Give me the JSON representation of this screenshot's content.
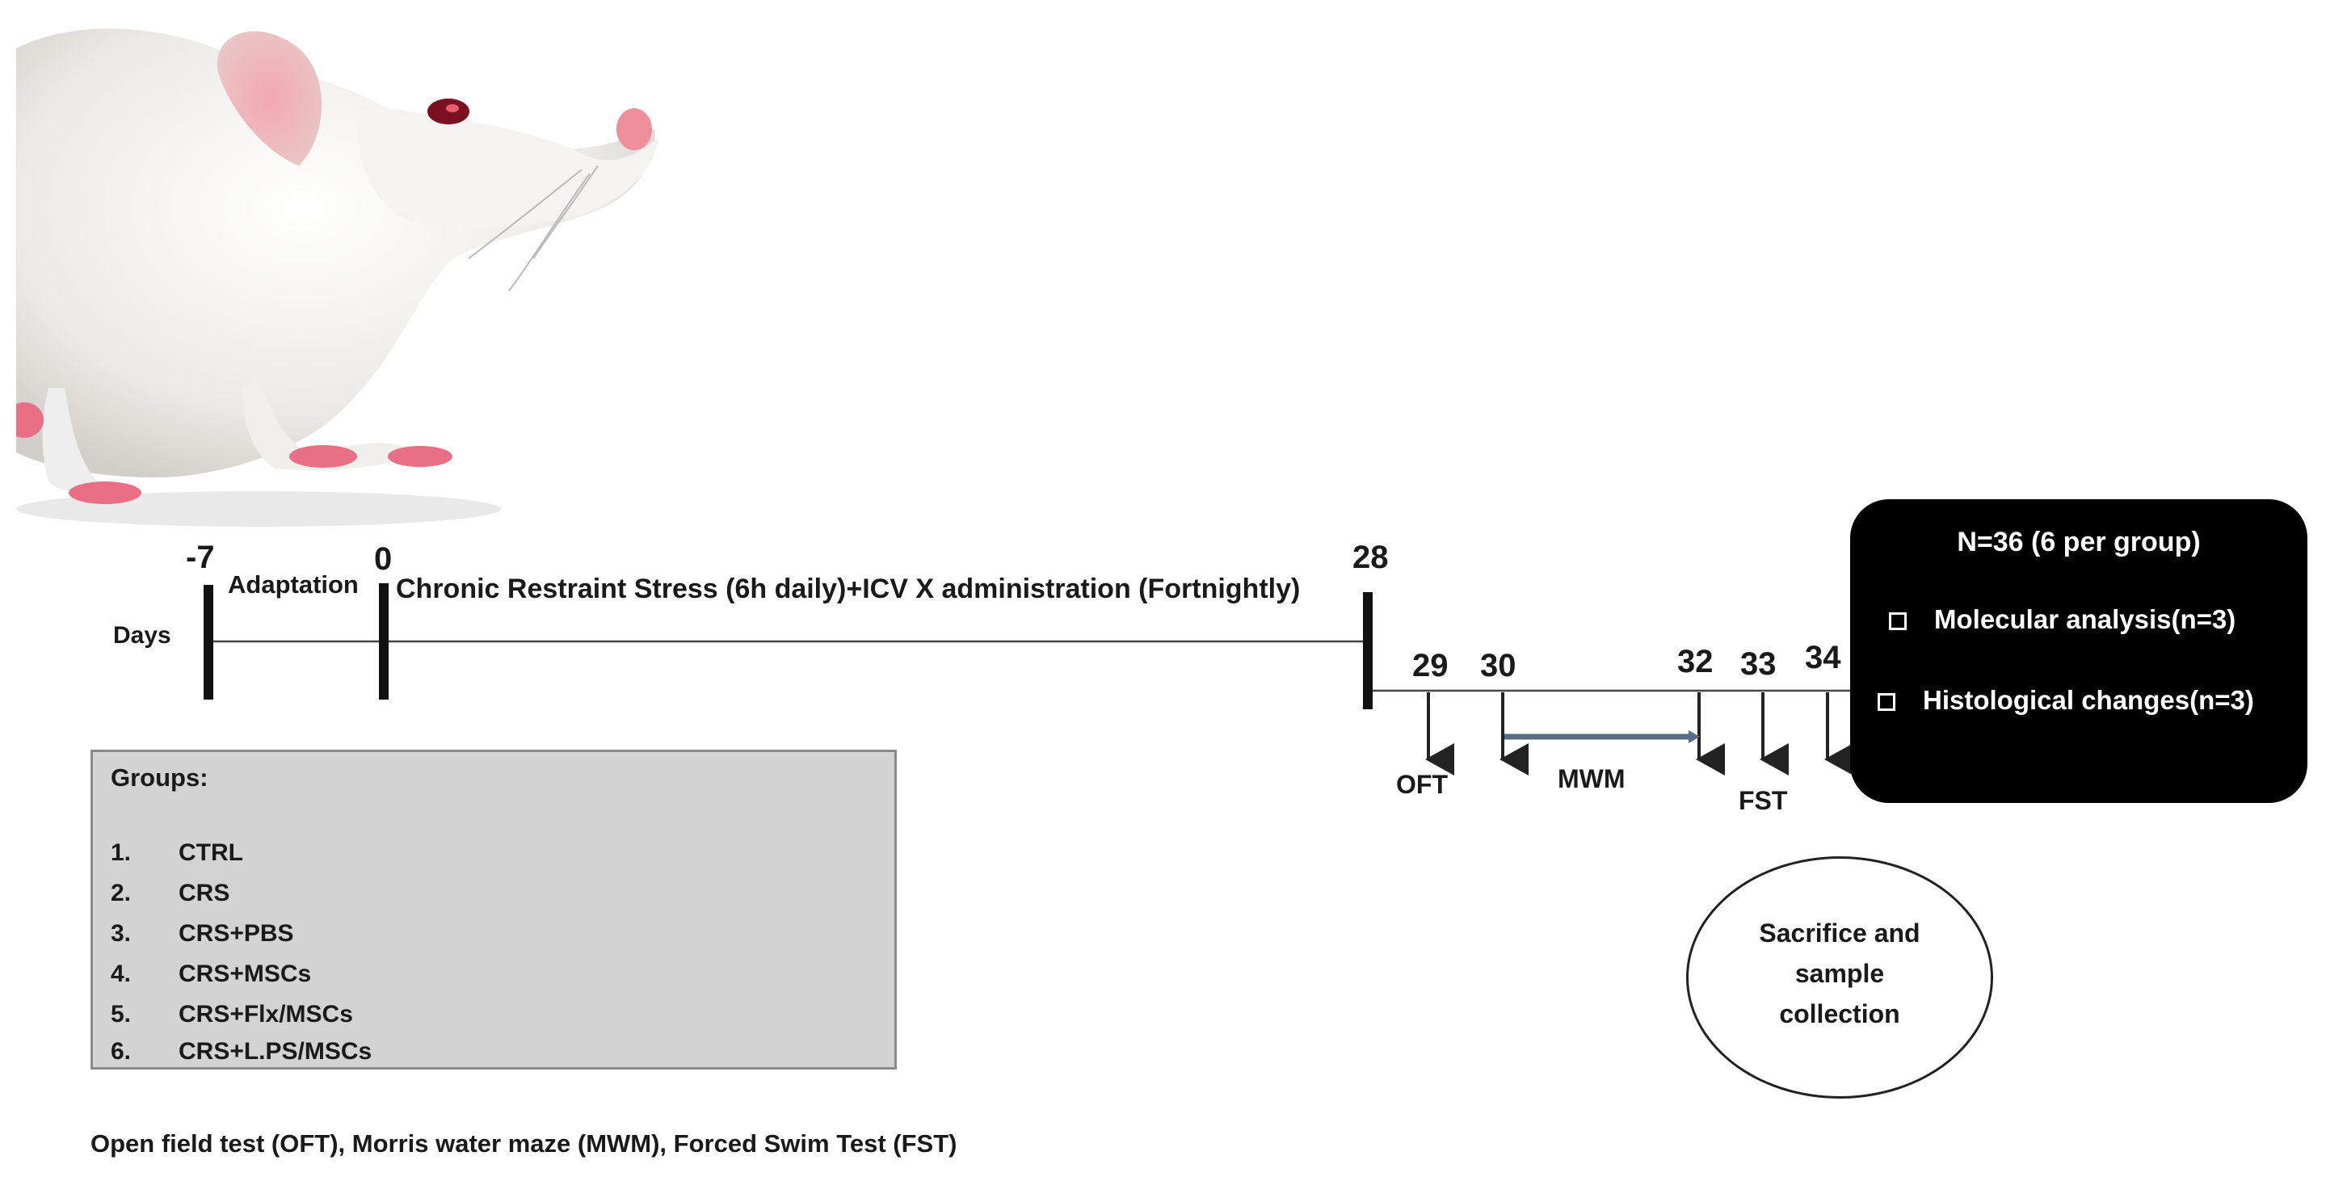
{
  "timeline": {
    "days_label": "Days",
    "day_markers": [
      "-7",
      "0",
      "28"
    ],
    "adaptation_label": "Adaptation",
    "stress_label": "Chronic Restraint Stress (6h daily)+ICV X administration (Fortnightly)",
    "post_days": [
      "29",
      "30",
      "32",
      "33",
      "34"
    ],
    "tests": {
      "oft": "OFT",
      "mwm": "MWM",
      "fst": "FST"
    }
  },
  "groups": {
    "title": "Groups:",
    "items": [
      {
        "num": "1.",
        "label": "CTRL"
      },
      {
        "num": "2.",
        "label": "CRS"
      },
      {
        "num": "3.",
        "label": "CRS+PBS"
      },
      {
        "num": "4.",
        "label": "CRS+MSCs"
      },
      {
        "num": "5.",
        "label": "CRS+Flx/MSCs"
      },
      {
        "num": "6.",
        "label": "CRS+L.PS/MSCs"
      }
    ]
  },
  "summary": {
    "title": "N=36 (6 per group)",
    "items": [
      "Molecular analysis(n=3)",
      "Histological changes(n=3)"
    ]
  },
  "sacrifice": {
    "lines": [
      "Sacrifice and",
      "sample",
      "collection"
    ]
  },
  "footnote": "Open field test (OFT), Morris water maze (MWM), Forced Swim Test (FST)",
  "colors": {
    "mwm_arrow": "#5a6b85",
    "summary_bg": "#000000",
    "groups_bg": "#d3d3d3"
  }
}
